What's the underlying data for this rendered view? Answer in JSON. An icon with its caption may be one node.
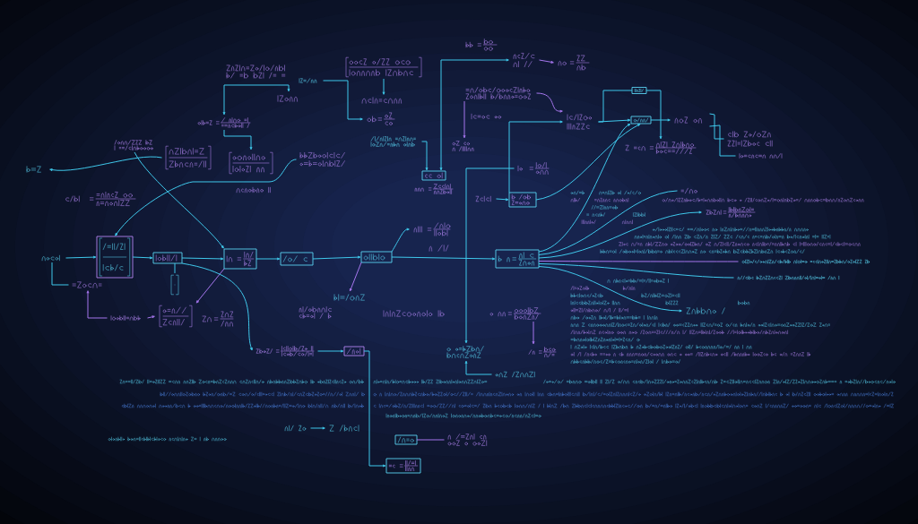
{
  "diagram": {
    "nodes": [
      {
        "text": [],
        "shape": "scribble"
      },
      {
        "text": [],
        "shape": "box"
      },
      {
        "text": [],
        "shape": "scribble"
      },
      {
        "text": [],
        "shape": "scribble"
      },
      {
        "text": [],
        "shape": "scribble"
      },
      {
        "text": [],
        "shape": "scribble"
      },
      {
        "text": [],
        "shape": "scribble"
      },
      {
        "text": [],
        "shape": "scribble"
      },
      {
        "text": [],
        "shape": "scribble"
      },
      {
        "text": [],
        "shape": "box"
      },
      {
        "text": [],
        "shape": "scribble"
      },
      {
        "text": [],
        "shape": "scribble"
      },
      {
        "text": [],
        "shape": "scribble"
      },
      {
        "text": [],
        "shape": "scribble"
      },
      {
        "text": [],
        "shape": "scribble"
      },
      {
        "text": [],
        "shape": "scribble"
      },
      {
        "text": [],
        "shape": "scribble"
      },
      {
        "text": [],
        "shape": "box"
      },
      {
        "text": [],
        "shape": "box"
      },
      {
        "text": [],
        "shape": "scribble"
      },
      {
        "text": [],
        "shape": "scribble"
      },
      {
        "text": [],
        "shape": "scribble"
      },
      {
        "text": [],
        "shape": "scribble"
      },
      {
        "text": [],
        "shape": "scribble"
      },
      {
        "text": [],
        "shape": "scribble"
      },
      {
        "text": [],
        "shape": "box"
      },
      {
        "text": [],
        "shape": "scribble"
      },
      {
        "text": [],
        "shape": "scribble"
      },
      {
        "text": [],
        "shape": "scribble"
      },
      {
        "text": [],
        "shape": "scribble"
      },
      {
        "text": [],
        "shape": "scribble"
      },
      {
        "text": [],
        "shape": "scribble"
      },
      {
        "text": [],
        "shape": "scribble"
      },
      {
        "text": [],
        "shape": "scribble"
      },
      {
        "text": [],
        "shape": "scribble"
      },
      {
        "text": [],
        "shape": "box"
      },
      {
        "text": [],
        "shape": "scribble"
      },
      {
        "text": [],
        "shape": "box"
      },
      {
        "text": [],
        "shape": "box"
      },
      {
        "text": [],
        "shape": "scribble"
      },
      {
        "text": [],
        "shape": "scribble"
      },
      {
        "text": [],
        "shape": "scribble"
      },
      {
        "text": [],
        "shape": "scribble"
      },
      {
        "text": [],
        "shape": "box"
      },
      {
        "text": [],
        "shape": "scribble"
      },
      {
        "text": [],
        "shape": "scribble"
      },
      {
        "text": [],
        "shape": "box"
      },
      {
        "text": [],
        "shape": "scribble"
      },
      {
        "text": [],
        "shape": "scribble"
      },
      {
        "text": [],
        "shape": "scribble"
      },
      {
        "text": [],
        "shape": "scribble"
      },
      {
        "text": [],
        "shape": "scribble"
      },
      {
        "text": [],
        "shape": "scribble"
      },
      {
        "text": [],
        "shape": "scribble"
      },
      {
        "text": [],
        "shape": "scribble"
      },
      {
        "text": [],
        "shape": "scribble"
      },
      {
        "text": [],
        "shape": "scribble"
      },
      {
        "text": [],
        "shape": "box"
      },
      {
        "text": [],
        "shape": "scribble"
      },
      {
        "text": [],
        "shape": "scribble"
      },
      {
        "text": [],
        "shape": "scribble"
      },
      {
        "text": [],
        "shape": "scribble"
      },
      {
        "text": [],
        "shape": "scribble"
      },
      {
        "text": [],
        "shape": "box"
      },
      {
        "text": [],
        "shape": "scribble"
      },
      {
        "text": [],
        "shape": "box"
      }
    ],
    "edges": [
      {
        "from": 0,
        "to": 1,
        "arrow": "to"
      },
      {
        "from": 0,
        "to": 2,
        "arrow": "none"
      },
      {
        "from": 3,
        "to": 2,
        "arrow": "to",
        "color": "#a676ee"
      },
      {
        "from": 3,
        "to": 4,
        "arrow": "to",
        "color": "#a676ee"
      },
      {
        "from": 1,
        "to": 9,
        "arrow": "to"
      },
      {
        "from": 9,
        "to": 17,
        "arrow": "to"
      },
      {
        "from": 17,
        "to": 18,
        "arrow": "to"
      },
      {
        "from": 18,
        "to": 43,
        "arrow": "to"
      },
      {
        "from": 43,
        "to": 46,
        "arrow": "to"
      },
      {
        "from": 19,
        "to": 1,
        "arrow": "to"
      },
      {
        "from": 8,
        "to": 17,
        "arrow": "to"
      },
      {
        "from": 11,
        "to": 7,
        "arrow": "to"
      },
      {
        "from": 12,
        "to": 14,
        "arrow": "both"
      },
      {
        "from": 12,
        "to": 15,
        "arrow": "to"
      },
      {
        "from": 20,
        "to": 23,
        "arrow": "to"
      },
      {
        "from": 21,
        "to": 22,
        "arrow": "to"
      },
      {
        "from": 24,
        "to": 25,
        "arrow": "to"
      },
      {
        "from": 25,
        "to": 28,
        "arrow": "both"
      },
      {
        "from": 28,
        "to": 29,
        "arrow": "to",
        "color": "#a676ee"
      },
      {
        "from": 30,
        "to": 32,
        "arrow": "to",
        "color": "#a676ee"
      },
      {
        "from": 30,
        "to": 36,
        "arrow": "to",
        "color": "#a676ee"
      },
      {
        "from": 33,
        "to": 58,
        "arrow": "to"
      },
      {
        "from": 34,
        "to": 35,
        "arrow": "to"
      },
      {
        "from": 35,
        "to": 36,
        "arrow": "to"
      },
      {
        "from": 36,
        "to": 38,
        "arrow": "to"
      },
      {
        "from": 46,
        "to": 38,
        "arrow": "to"
      },
      {
        "from": 35,
        "to": 38,
        "arrow": "to"
      },
      {
        "from": 36,
        "to": 37,
        "arrow": "none"
      },
      {
        "from": 37,
        "to": 40,
        "arrow": "to"
      },
      {
        "from": 38,
        "to": 39,
        "arrow": "to"
      },
      {
        "from": 39,
        "to": 41,
        "arrow": "none"
      },
      {
        "from": 39,
        "to": 42,
        "arrow": "none"
      },
      {
        "from": 46,
        "to": 47,
        "arrow": "none"
      },
      {
        "from": 46,
        "to": 48,
        "arrow": "to"
      },
      {
        "from": 46,
        "to": 49,
        "arrow": "none",
        "color": "#a676ee"
      },
      {
        "from": 46,
        "to": 50,
        "arrow": "none"
      },
      {
        "from": 46,
        "to": 51,
        "arrow": "to"
      },
      {
        "from": 9,
        "to": 10,
        "arrow": "none"
      },
      {
        "from": 43,
        "to": 45,
        "arrow": "to"
      },
      {
        "from": 43,
        "to": 52,
        "arrow": "to",
        "color": "#a676ee"
      },
      {
        "from": 17,
        "to": 4,
        "arrow": "to",
        "color": "#a676ee"
      },
      {
        "from": 9,
        "to": 56,
        "arrow": "to"
      },
      {
        "from": 56,
        "to": 57,
        "arrow": "to"
      },
      {
        "from": 61,
        "to": 62,
        "arrow": "to"
      },
      {
        "from": 63,
        "to": 64,
        "arrow": "none",
        "color": "#a676ee"
      },
      {
        "from": 57,
        "to": 65,
        "arrow": "to"
      },
      {
        "from": 55,
        "to": 59,
        "arrow": "to",
        "color": "#a676ee"
      },
      {
        "from": 60,
        "to": 58,
        "arrow": "to"
      }
    ]
  }
}
